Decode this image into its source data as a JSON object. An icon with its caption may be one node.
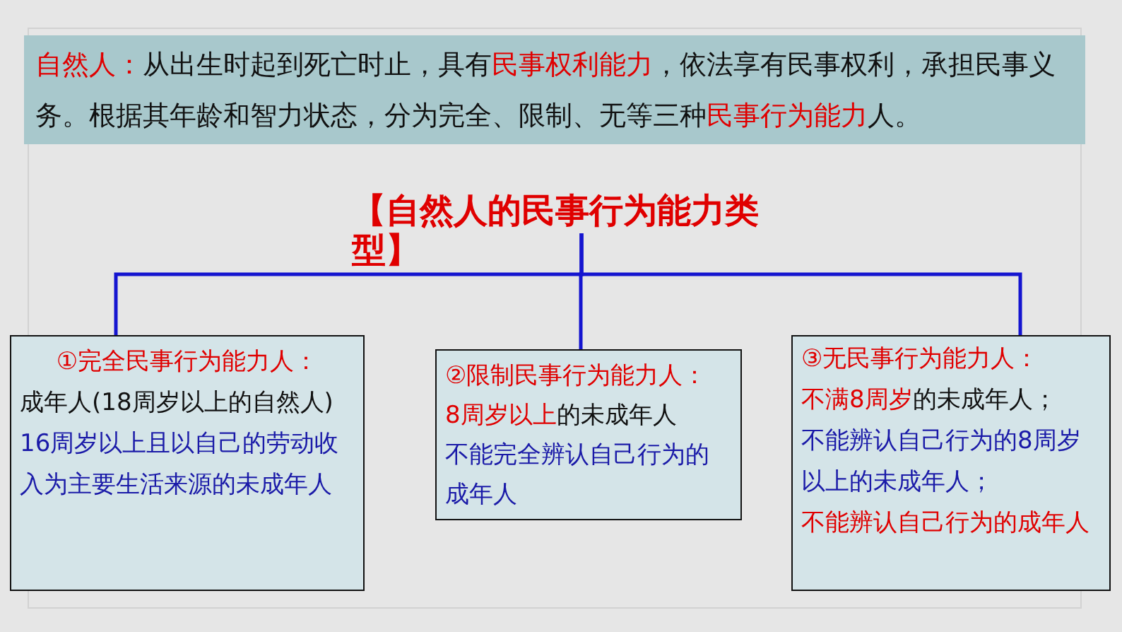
{
  "diagram": {
    "nodes": [
      {
        "text": [
          "**自然人：**从出生时起到死亡时止，具有**民事权利能力**，依法享有民事权利，承担民事义务。根据其年龄和智力状态，分为完全、限制、无等三种**民事行为能力**人。"
        ]
      },
      {
        "text": [
          "【自然人的民事行为能力类型】"
        ]
      },
      {
        "text": [
          "①完全民事行为能力人：",
          "成年人(18周岁以上的自然人)",
          "16周岁以上且以自己的劳动收入为主要生活来源的未成年人"
        ]
      },
      {
        "text": [
          "②限制民事行为能力人：",
          "**8周岁以上**的未成年人",
          "不能完全辨认自己行为的成年人"
        ]
      },
      {
        "text": [
          "③无民事行为能力人：",
          "**不满8周岁**的未成年人；",
          "不能辨认自己行为的8周岁以上的未成年人；",
          "不能辨认自己行为的成年人"
        ]
      }
    ],
    "edges": [
      {
        "from": 1,
        "to": 2,
        "arrow": "none"
      },
      {
        "from": 1,
        "to": 3,
        "arrow": "none"
      },
      {
        "from": 1,
        "to": 4,
        "arrow": "none"
      }
    ]
  }
}
